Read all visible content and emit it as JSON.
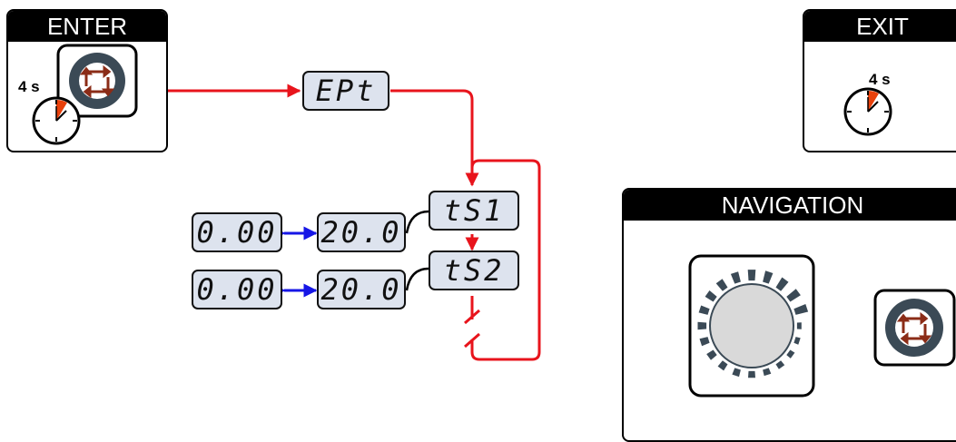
{
  "panels": {
    "enter": {
      "title": "ENTER",
      "time_label": "4 s"
    },
    "exit": {
      "title": "EXIT",
      "time_label": "4 s"
    },
    "navigation": {
      "title": "NAVIGATION"
    }
  },
  "displays": {
    "menu": "EPt",
    "ts1": "tS1",
    "ts2": "tS2",
    "ts1_value": "20.0",
    "ts1_min": "0.00",
    "ts2_value": "20.0",
    "ts2_min": "0.00"
  },
  "colors": {
    "flow_arrow": "#e8141c",
    "value_arrow": "#1616e6",
    "display_bg": "#dde3ee",
    "clock_marker": "#e8410c",
    "button_ring": "#3b4a56",
    "button_arrows": "#8b2c17"
  },
  "icons": [
    "clock-icon",
    "select-button-icon",
    "rotary-knob-icon"
  ]
}
